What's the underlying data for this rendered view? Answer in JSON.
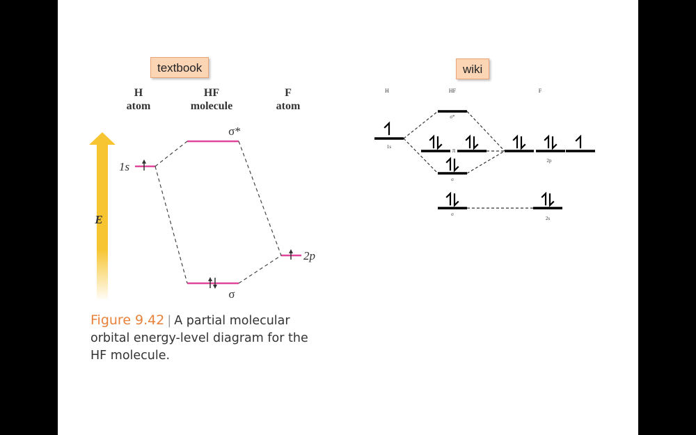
{
  "tags": {
    "textbook": "textbook",
    "wiki": "wiki"
  },
  "textbook": {
    "h_atom": [
      "H",
      "atom"
    ],
    "hf_molecule": [
      "HF",
      "molecule"
    ],
    "f_atom": [
      "F",
      "atom"
    ],
    "energy_label": "E",
    "label_1s": "1s",
    "label_2p": "2p",
    "label_sigma_star": "σ*",
    "label_sigma": "σ",
    "figure_number": "Figure 9.42",
    "caption": "A partial molecular orbital energy-level diagram for the HF molecule."
  },
  "wiki": {
    "h": "H",
    "hf": "HF",
    "f": "F",
    "sigma_star": "σ*",
    "pi": "π",
    "sigma_upper": "σ",
    "sigma_lower": "σ",
    "label_1s": "1s",
    "label_2p": "2p",
    "label_2s": "2s"
  },
  "colors": {
    "orbital_pink": "#e0459a",
    "arrow_yellow": "#f7c531",
    "figure_orange": "#e8823a"
  }
}
